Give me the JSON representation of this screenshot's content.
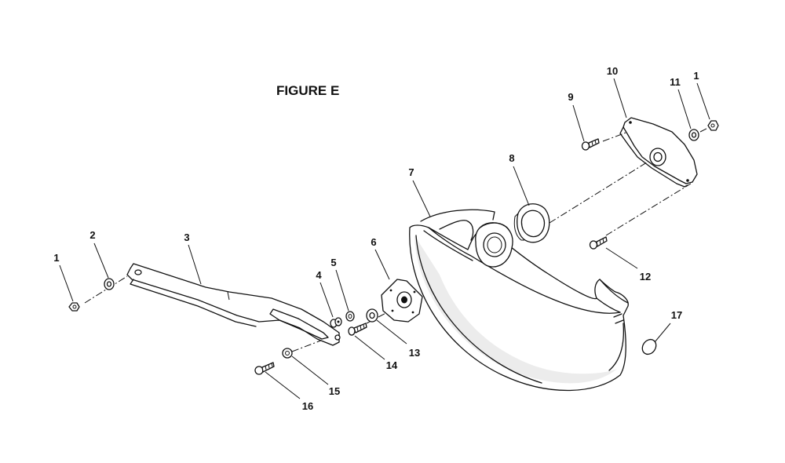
{
  "figure_title": "FIGURE E",
  "callouts": [
    "1",
    "2",
    "3",
    "4",
    "5",
    "6",
    "7",
    "8",
    "9",
    "10",
    "11",
    "1",
    "12",
    "13",
    "14",
    "15",
    "16",
    "17"
  ]
}
